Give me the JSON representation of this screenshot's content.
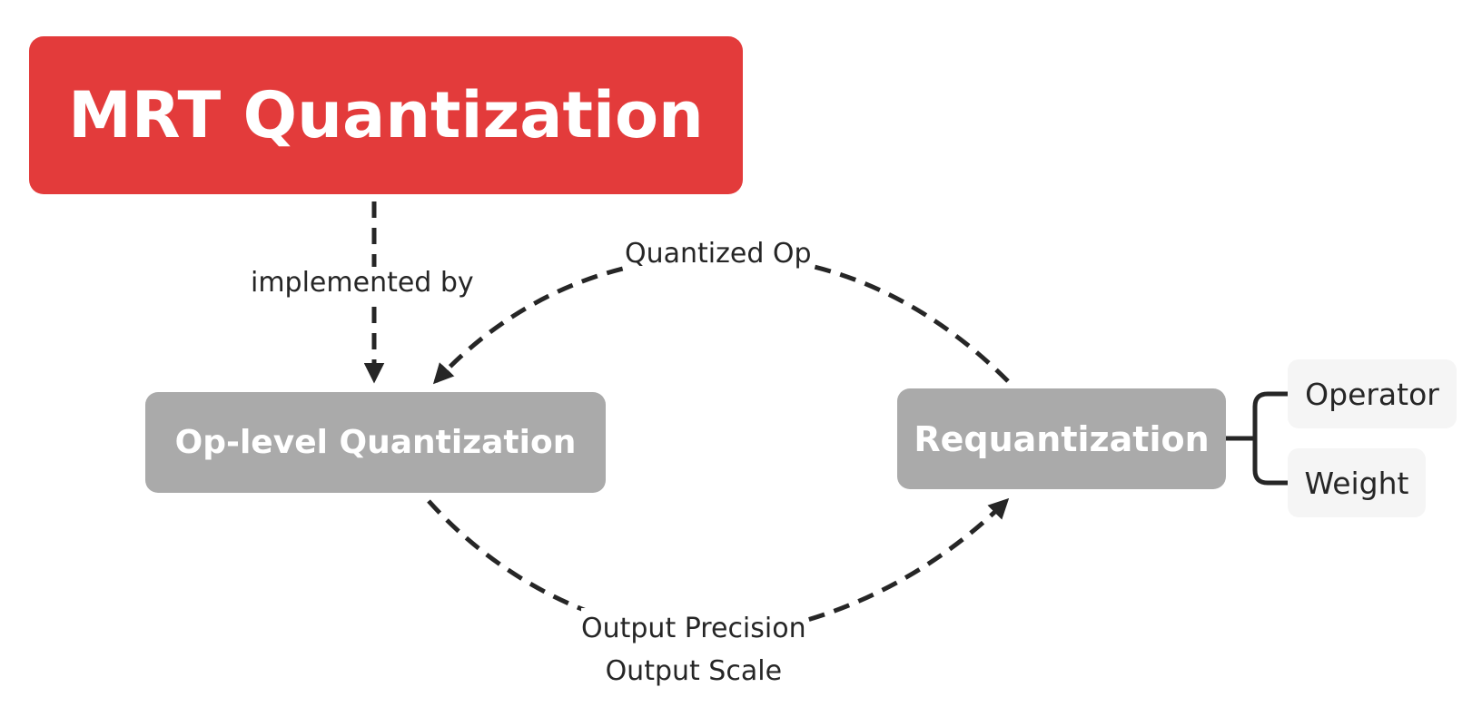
{
  "nodes": {
    "root": "MRT Quantization",
    "op_level": "Op-level Quantization",
    "requant": "Requantization",
    "children": [
      "Operator",
      "Weight"
    ]
  },
  "edges": {
    "implemented_by": "implemented by",
    "quantized_op": "Quantized Op",
    "output_line1": "Output Precision",
    "output_line2": "Output Scale"
  },
  "colors": {
    "root_fill": "#e33b3b",
    "node_fill": "#aaaaaa",
    "leaf_fill": "#f5f5f5",
    "line": "#262626"
  }
}
